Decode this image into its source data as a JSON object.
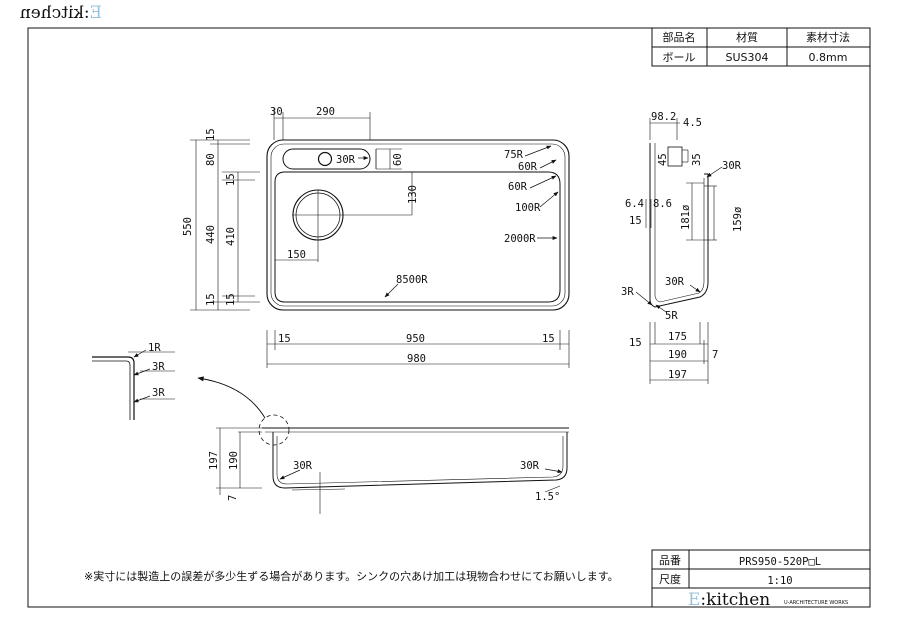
{
  "header": {
    "logo_prefix": "E",
    "logo_sep": ":",
    "logo_name": "kitchen",
    "logo_mirrored": true
  },
  "spec_table": {
    "headers": [
      "部品名",
      "材質",
      "素材寸法"
    ],
    "row": [
      "ボール",
      "SUS304",
      "0.8mm"
    ]
  },
  "title_block": {
    "part_no_label": "品番",
    "part_no": "PRS950-520P□L",
    "scale_label": "尺度",
    "scale": "1:10",
    "brand_prefix": "E",
    "brand_sep": ":",
    "brand_name": "kitchen",
    "brand_sub": "U-ARCHITECTURE WORKS"
  },
  "note": "※実寸には製造上の誤差が多少生ずる場合があります。シンクの穴あけ加工は現物合わせにてお願いします。",
  "plan_view": {
    "dims": {
      "top_30": "30",
      "top_290": "290",
      "left_15_top": "15",
      "left_80": "80",
      "left_550": "550",
      "left_15_mid": "15",
      "left_440": "440",
      "left_410": "410",
      "left_15_bot_a": "15",
      "left_15_bot_b": "15",
      "drain_130": "130",
      "drain_150": "150",
      "shelf_60": "60",
      "bottom_15_l": "15",
      "bottom_950": "950",
      "bottom_15_r": "15",
      "bottom_980": "980"
    },
    "radii": {
      "shelf_30r": "30R",
      "r75": "75R",
      "r60a": "60R",
      "r60b": "60R",
      "r100": "100R",
      "r2000": "2000R",
      "r8500": "8500R"
    }
  },
  "side_view": {
    "dims": {
      "d98_2": "98.2",
      "d4_5": "4.5",
      "d45": "45",
      "d35": "35",
      "d6_4": "6.4",
      "d8_6": "8.6",
      "d15": "15",
      "d181": "181ø",
      "d159": "159ø",
      "d175": "175",
      "d190": "190",
      "d197": "197",
      "d15_b": "15",
      "d7": "7"
    },
    "radii": {
      "r30a": "30R",
      "r30b": "30R",
      "r3": "3R",
      "r5": "5R"
    }
  },
  "detail_view": {
    "r1": "1R",
    "r3a": "3R",
    "r3b": "3R"
  },
  "section_view": {
    "dims": {
      "d197": "197",
      "d190": "190",
      "d7": "7",
      "slope": "1.5°"
    },
    "radii": {
      "r30l": "30R",
      "r30r": "30R"
    }
  }
}
